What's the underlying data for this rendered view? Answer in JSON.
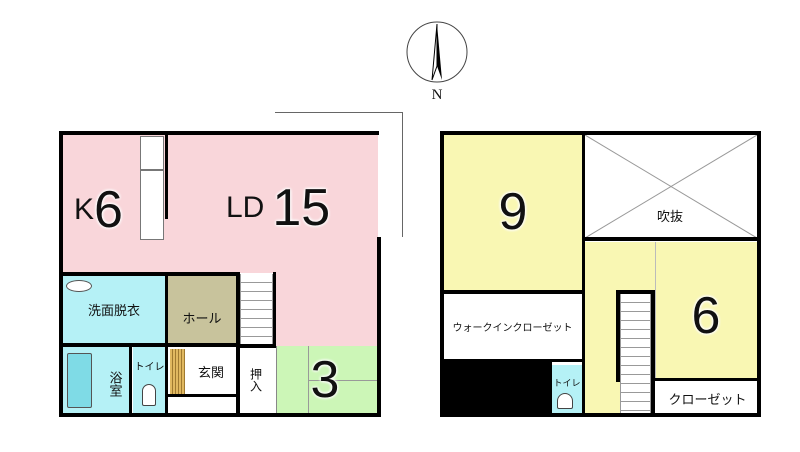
{
  "compass": {
    "label": "N"
  },
  "floor1": {
    "kitchen": {
      "prefix": "K",
      "size": "6"
    },
    "living_dining": {
      "prefix": "LD",
      "size": "15"
    },
    "washroom": "洗面脱衣",
    "hall": "ホール",
    "bath": "浴室",
    "toilet": "トイレ",
    "entrance": "玄関",
    "closet": "押入",
    "tatami": {
      "size": "3"
    }
  },
  "floor2": {
    "room_west": {
      "size": "9"
    },
    "atrium": "吹抜",
    "room_east": {
      "size": "6"
    },
    "walk_in_closet": "ウォークインクローゼット",
    "toilet": "トイレ",
    "closet": "クローゼット"
  },
  "colors": {
    "pink": "#f9d6da",
    "cyan": "#b5f1f6",
    "olive": "#c8c39c",
    "green": "#ccf6b7",
    "yellow": "#f9f7b3"
  }
}
